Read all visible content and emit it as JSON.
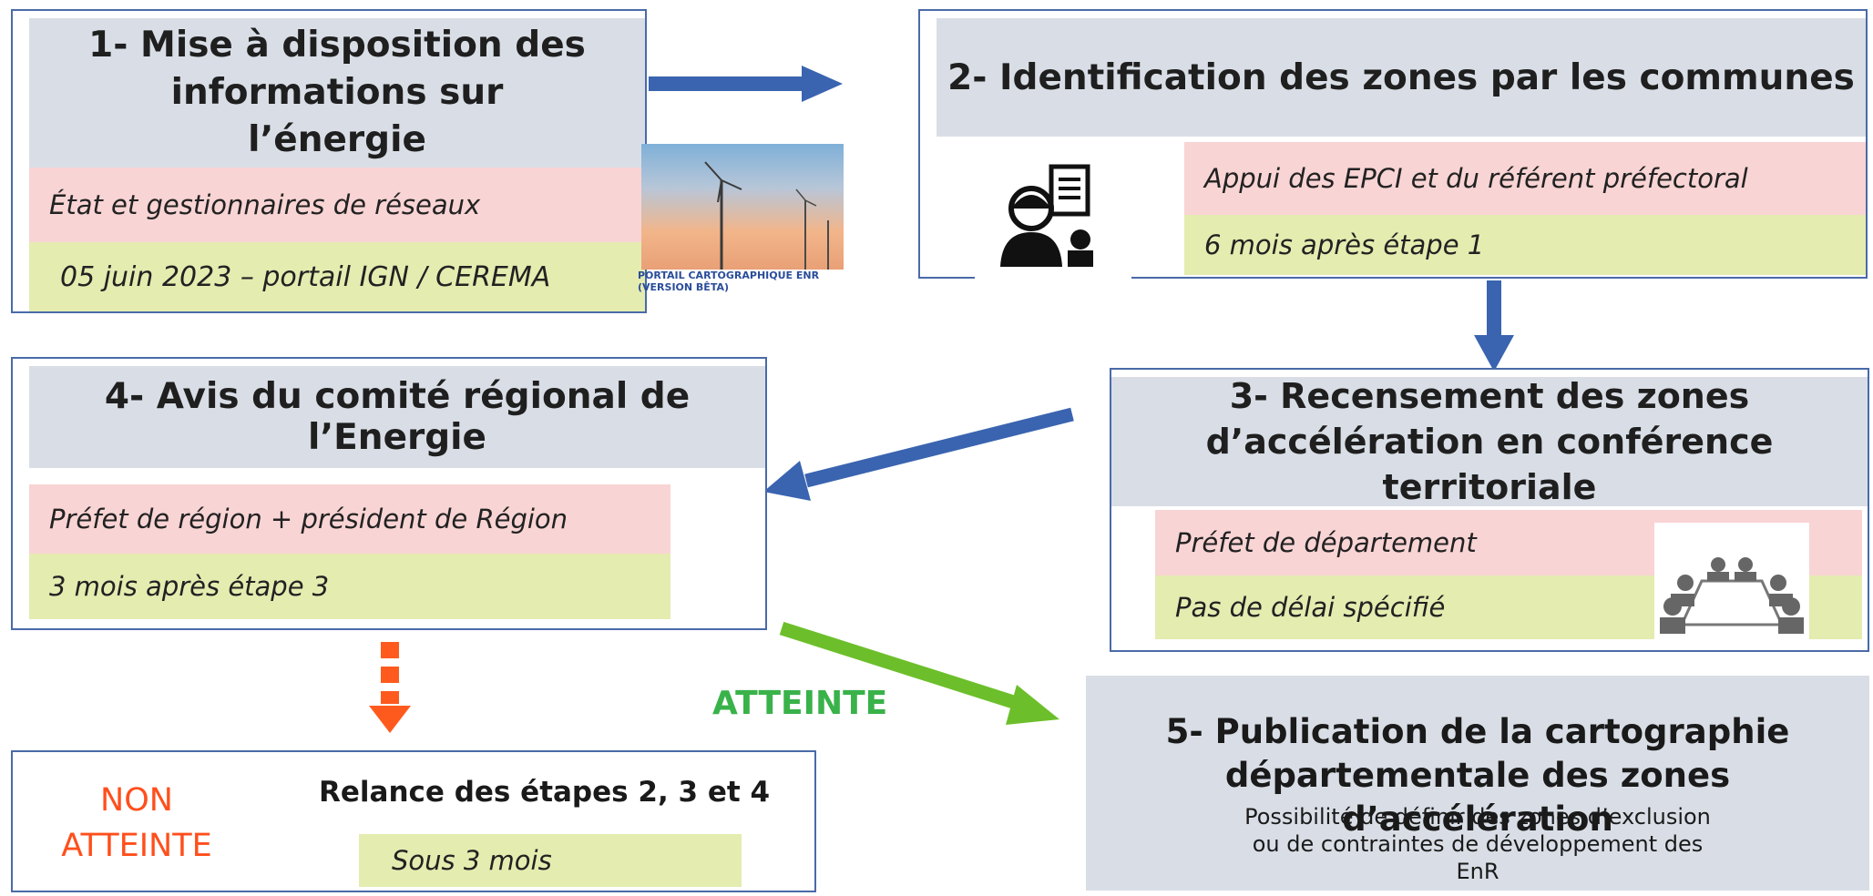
{
  "step1": {
    "title": "1- Mise à disposition des informations sur l’énergie",
    "actor": "État et gestionnaires de réseaux",
    "date": "05 juin 2023 – portail IGN / CEREMA",
    "portal_caption": "PORTAIL CARTOGRAPHIQUE ENR (VERSION BÊTA)"
  },
  "step2": {
    "title": "2- Identification des zones par les communes",
    "actor": "Appui des EPCI et du référent préfectoral",
    "delay": "6 mois après étape 1"
  },
  "step3": {
    "title": "3- Recensement des zones d’accélération en conférence territoriale",
    "actor": "Préfet de département",
    "delay": "Pas de délai spécifié"
  },
  "step4": {
    "title": "4- Avis du comité régional de l’Energie",
    "actor": "Préfet de région + président de Région",
    "delay": "3 mois après étape 3"
  },
  "step5": {
    "title": "5- Publication de la cartographie départementale des zones d’accélération",
    "note": "Possibilité de définir des zones d’exclusion ou de contraintes de développement des EnR"
  },
  "fail_branch": {
    "label": "NON ATTEINTE",
    "title": "Relance des étapes 2, 3 et 4",
    "delay": "Sous 3 mois"
  },
  "success_label": "ATTEINTE",
  "colors": {
    "border": "#4a6aa8",
    "arrow_blue": "#3a64b0",
    "arrow_green": "#6cbf2a",
    "arrow_orange": "#ff5a1e",
    "header_bg": "#d9dee6",
    "pink_bg": "#f9d4d4",
    "green_bg": "#e4ecb0"
  }
}
